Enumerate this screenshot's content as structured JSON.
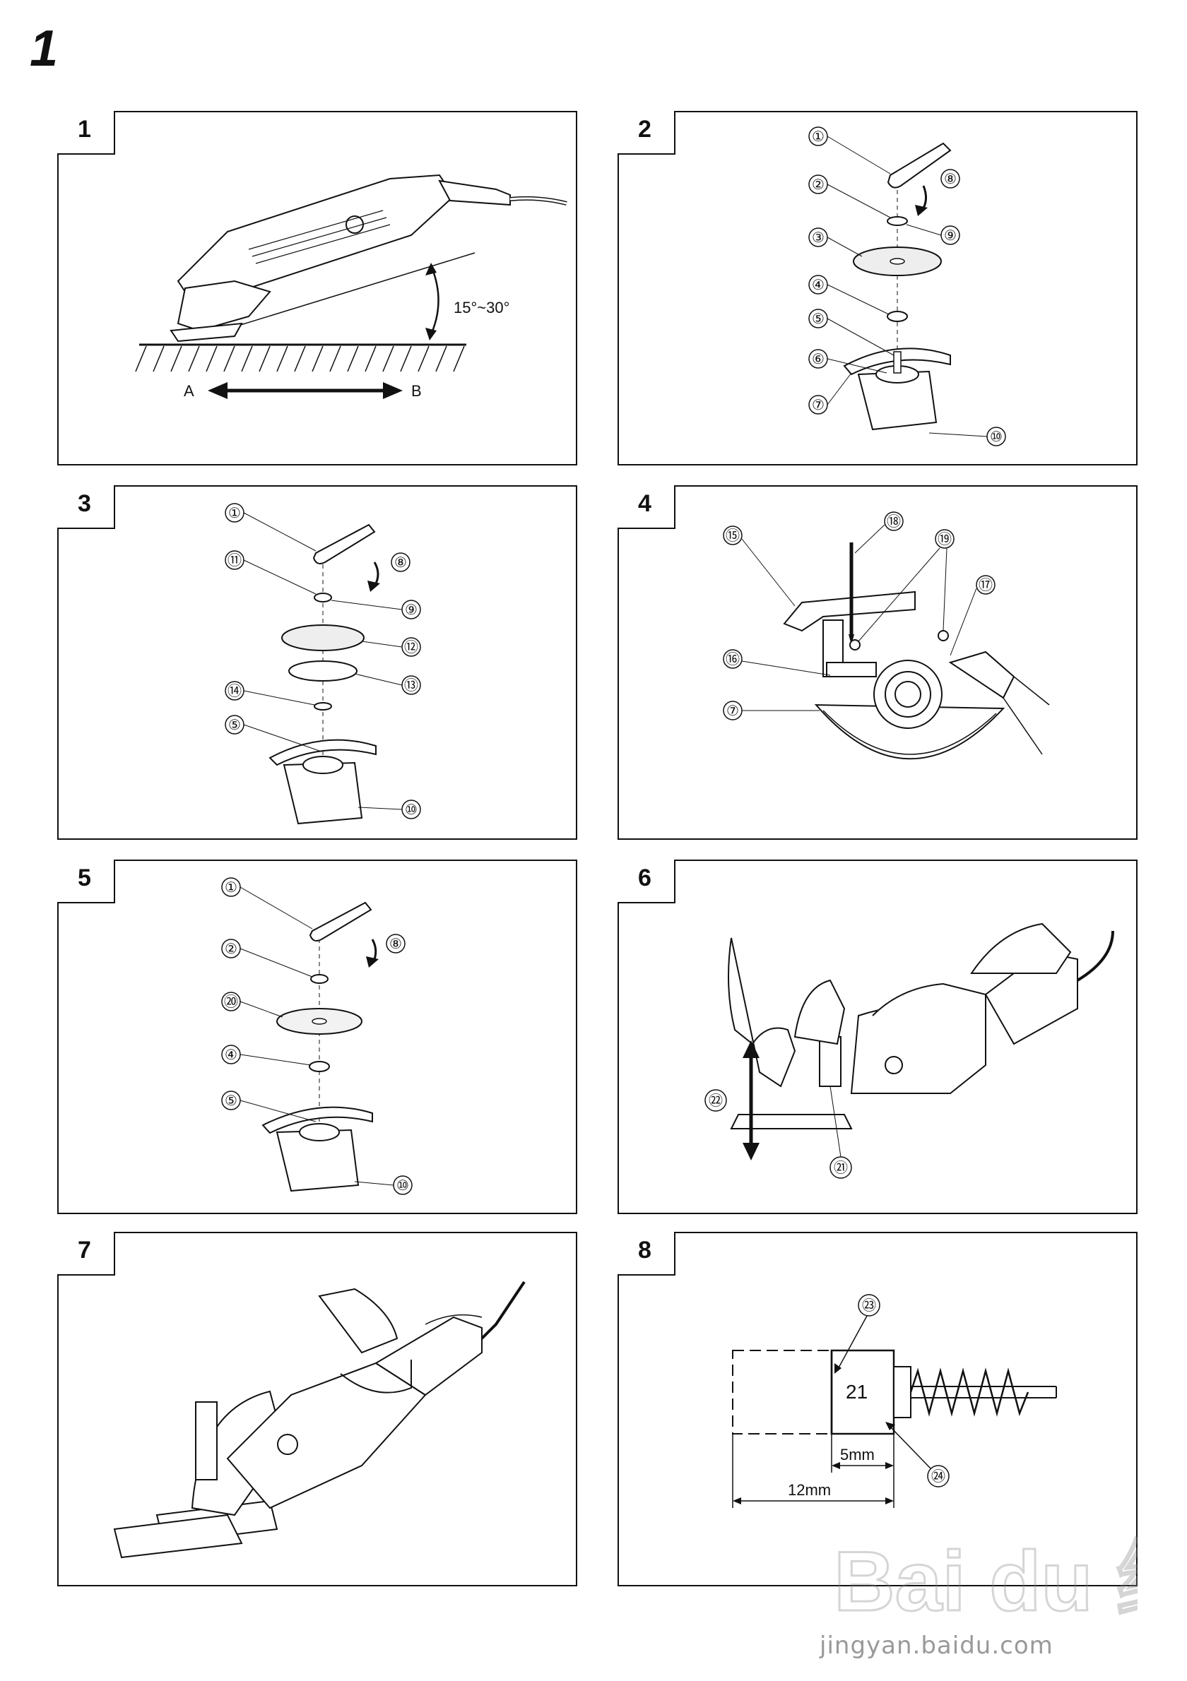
{
  "page_number": "1",
  "panels": [
    {
      "num": "1",
      "labels": {
        "angle": "15°~30°",
        "a": "A",
        "b": "B"
      }
    },
    {
      "num": "2",
      "callouts": [
        "①",
        "②",
        "③",
        "④",
        "⑤",
        "⑥",
        "⑦",
        "⑧",
        "⑨",
        "⑩"
      ]
    },
    {
      "num": "3",
      "callouts": [
        "①",
        "⑪",
        "⑧",
        "⑨",
        "⑫",
        "⑬",
        "⑭",
        "⑤",
        "⑩"
      ]
    },
    {
      "num": "4",
      "callouts": [
        "⑮",
        "⑱",
        "⑲",
        "⑰",
        "⑯",
        "⑦"
      ]
    },
    {
      "num": "5",
      "callouts": [
        "①",
        "②",
        "⑧",
        "⑳",
        "④",
        "⑤",
        "⑩"
      ]
    },
    {
      "num": "6",
      "callouts": [
        "㉒",
        "㉑"
      ]
    },
    {
      "num": "7"
    },
    {
      "num": "8",
      "callouts": [
        "㉓",
        "㉔"
      ],
      "labels": {
        "part": "21",
        "dim_small": "5mm",
        "dim_large": "12mm"
      }
    }
  ],
  "watermark": {
    "brand": "Bai du 经验",
    "url": "jingyan.baidu.com"
  }
}
